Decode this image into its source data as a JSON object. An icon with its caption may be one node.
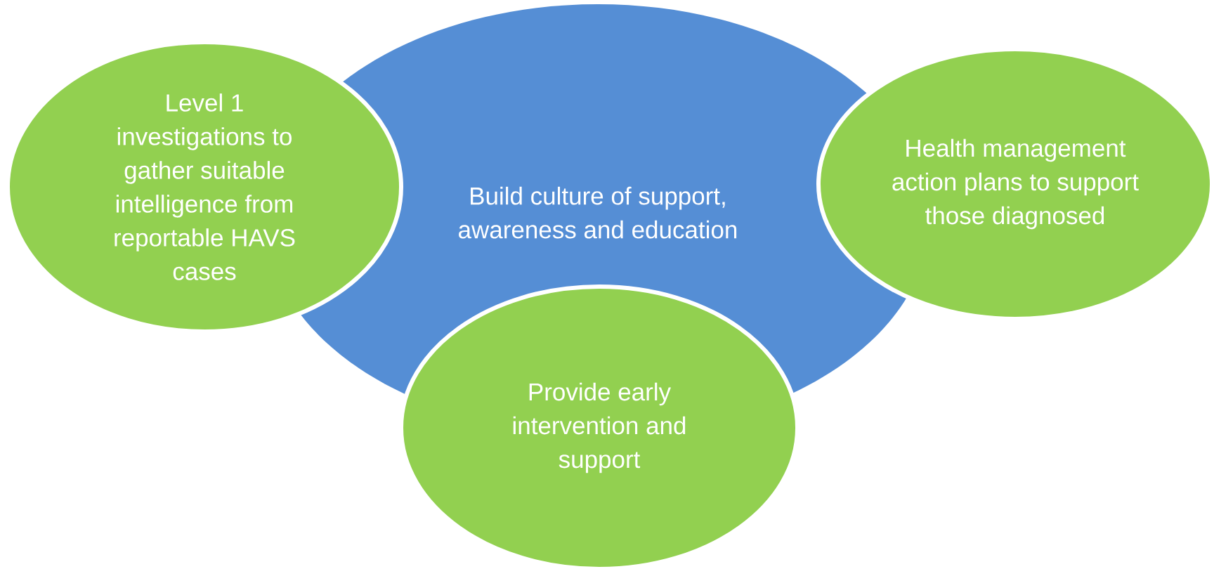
{
  "diagram": {
    "nodes": [
      {
        "text": [
          "Build culture of support, awareness and education"
        ]
      },
      {
        "text": [
          "Level 1 investigations to gather suitable intelligence from reportable HAVS cases"
        ]
      },
      {
        "text": [
          "Health management action plans to support those diagnosed"
        ]
      },
      {
        "text": [
          "Provide early intervention and support"
        ]
      }
    ]
  }
}
